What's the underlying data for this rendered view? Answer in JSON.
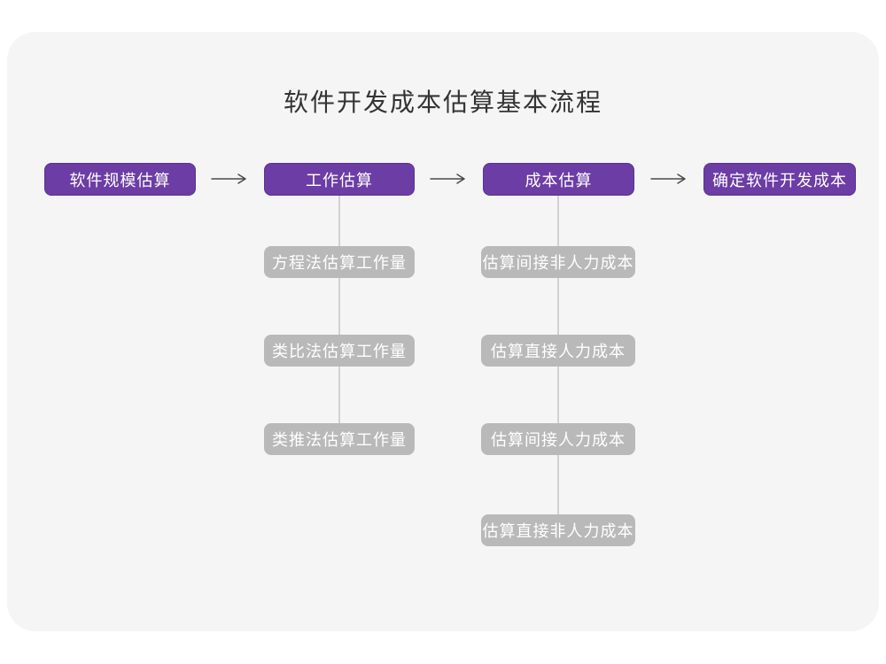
{
  "title": "软件开发成本估算基本流程",
  "flow": {
    "stages": [
      {
        "label": "软件规模估算"
      },
      {
        "label": "工作估算",
        "substeps": [
          "方程法估算工作量",
          "类比法估算工作量",
          "类推法估算工作量"
        ]
      },
      {
        "label": "成本估算",
        "substeps": [
          "估算间接非人力成本",
          "估算直接人力成本",
          "估算间接人力成本",
          "估算直接非人力成本"
        ]
      },
      {
        "label": "确定软件开发成本"
      }
    ]
  },
  "icons": {
    "arrow_right": "arrow-right-icon"
  },
  "colors": {
    "stage_box": "#6C3DA5",
    "stage_box_border": "#5B3390",
    "substep_box": "#B9B9B9",
    "card_background": "#F5F5F6",
    "arrow": "#4A4A4A",
    "connector": "#D2D2D2",
    "title_text": "#333333",
    "box_text": "#FFFFFF"
  }
}
